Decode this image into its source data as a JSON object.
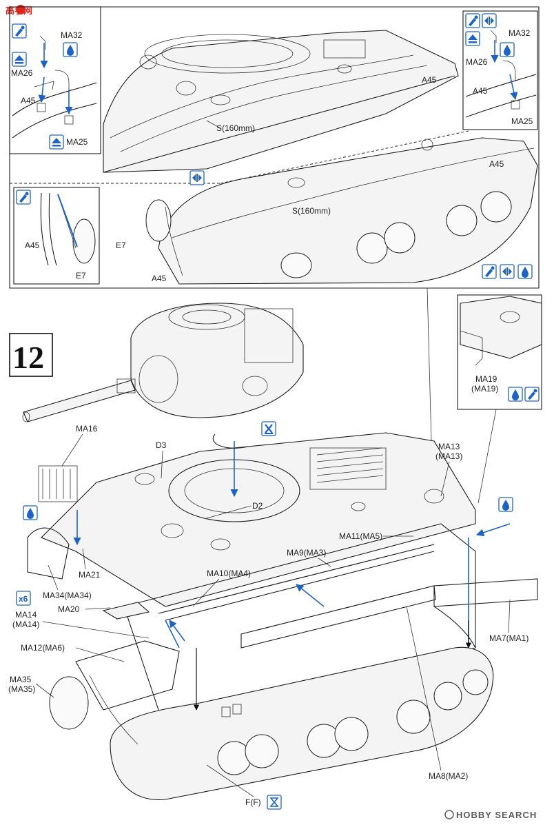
{
  "watermark": {
    "logo": "高手网",
    "brand": "HOBBY SEARCH",
    "brand_prefix": "H"
  },
  "step": {
    "number": "12"
  },
  "labels": {
    "top_left_inset": [
      "MA32",
      "MA26",
      "A45",
      "MA25"
    ],
    "top_right_inset": [
      "MA32",
      "MA26",
      "A45",
      "MA25"
    ],
    "upper_main": [
      "A45",
      "S(160mm)"
    ],
    "lower_main": [
      "A45",
      "S(160mm)",
      "E7",
      "A45"
    ],
    "left_mid_inset": [
      "A45",
      "E7"
    ],
    "right_inset": [
      "MA19",
      "(MA19)"
    ],
    "main_assembly": {
      "ma16": "MA16",
      "d3": "D3",
      "d2": "D2",
      "ma13": "MA13",
      "ma13b": "(MA13)",
      "ma11": "MA11(MA5)",
      "ma9": "MA9(MA3)",
      "ma10": "MA10(MA4)",
      "ma21": "MA21",
      "ma34": "MA34(MA34)",
      "ma20": "MA20",
      "ma14": "MA14",
      "ma14b": "(MA14)",
      "x6": "x6",
      "ma12": "MA12(MA6)",
      "ma35": "MA35",
      "ma35b": "(MA35)",
      "ma7": "MA7(MA1)",
      "ma8": "MA8(MA2)",
      "ff": "F(F)"
    }
  },
  "icons": [
    "glue-icon",
    "paint-icon",
    "flip-icon",
    "cut-icon",
    "drill-icon"
  ],
  "colors": {
    "accent": "#1c63c9",
    "logo": "#e0261b",
    "ink": "#1b1b1b"
  }
}
